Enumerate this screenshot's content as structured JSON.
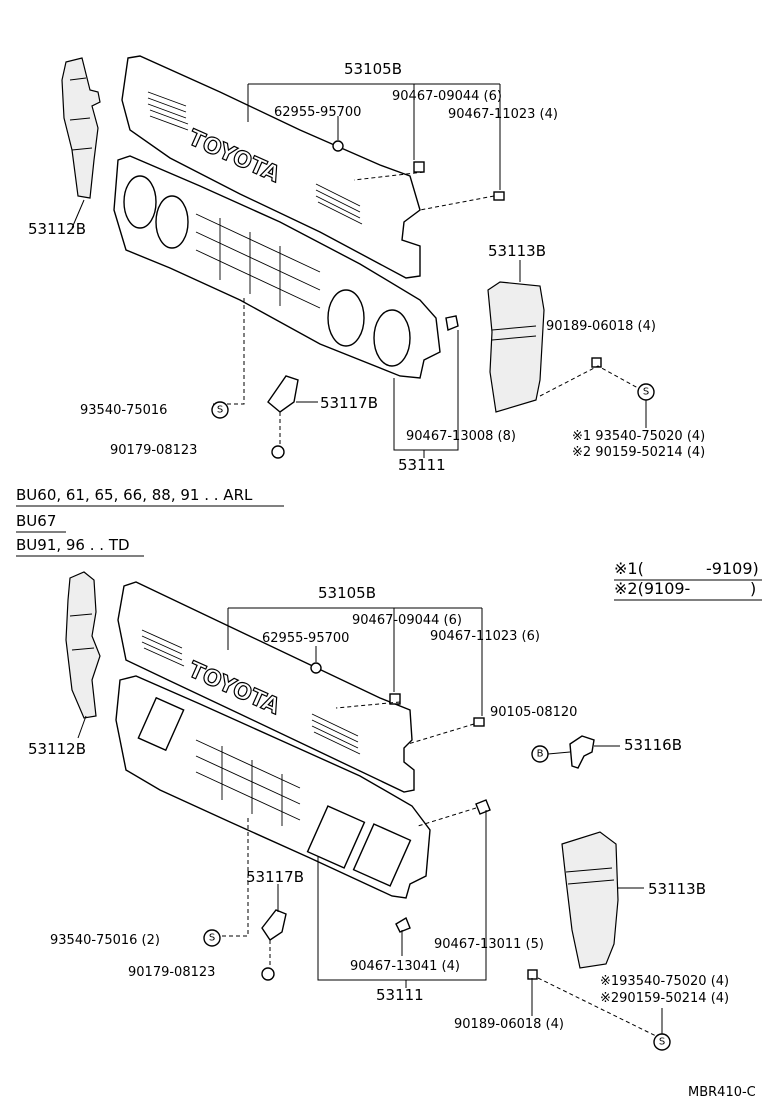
{
  "upper": {
    "p53105b": "53105B",
    "p62955": "62955-95700",
    "p90467_09044": "90467-09044 (6)",
    "p90467_11023": "90467-11023 (4)",
    "brand": "TOYOTA",
    "p53112b": "53112B",
    "p53113b": "53113B",
    "p90189": "90189-06018 (4)",
    "p93540_75016": "93540-75016",
    "s_marker": "S",
    "p53117b": "53117B",
    "p90467_13008": "90467-13008 (8)",
    "p90179": "90179-08123",
    "p53111": "53111",
    "note1": "※1 93540-75020 (4)",
    "note2": "※2 90159-50214 (4)"
  },
  "models": {
    "line1": "BU60, 61, 65, 66, 88, 91 . . ARL",
    "line2": "BU67",
    "line3": "BU91, 96 . . TD"
  },
  "legend": {
    "l1_mark": "※1(",
    "l1_val": "-9109)",
    "l2_mark": "※2(9109-",
    "l2_val": ")"
  },
  "lower": {
    "p53105b": "53105B",
    "p90467_09044": "90467-09044 (6)",
    "p62955": "62955-95700",
    "p90467_11023": "90467-11023 (6)",
    "brand": "TOYOTA",
    "p53112b": "53112B",
    "p90105": "90105-08120",
    "b_marker": "B",
    "p53116b": "53116B",
    "p53117b": "53117B",
    "p93540_75016": "93540-75016 (2)",
    "s_marker": "S",
    "p90179": "90179-08123",
    "p90467_13041": "90467-13041 (4)",
    "p90467_13011": "90467-13011 (5)",
    "p53111": "53111",
    "p53113b": "53113B",
    "note1": "※193540-75020 (4)",
    "note2": "※290159-50214 (4)",
    "p90189": "90189-06018 (4)"
  },
  "footer": {
    "code": "MBR410-C"
  }
}
